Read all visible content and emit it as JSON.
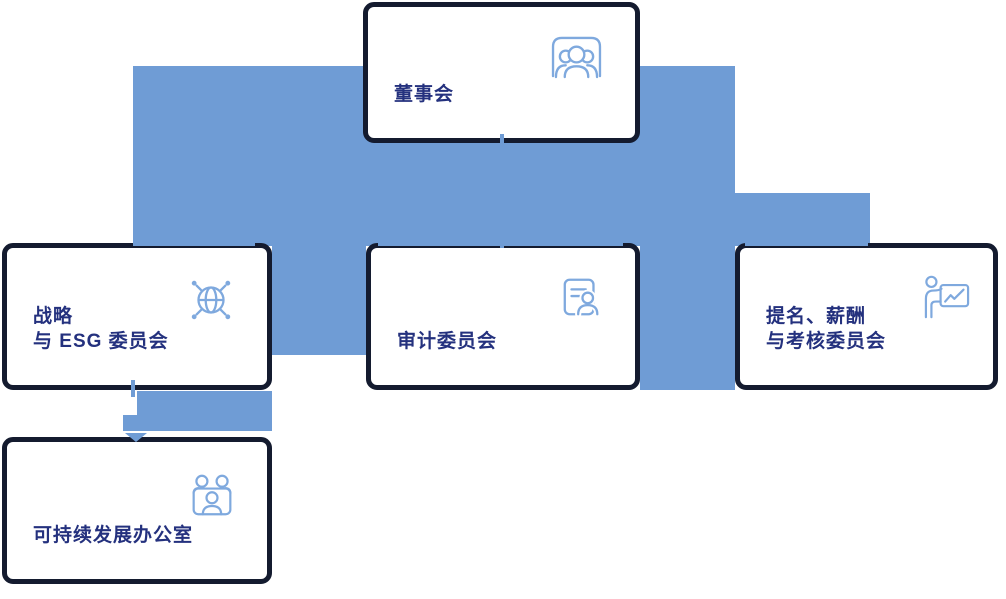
{
  "nodes": {
    "board": {
      "lines": [
        "董事会"
      ],
      "icon": "people-meeting-icon"
    },
    "strategy": {
      "lines": [
        "战略",
        "与 ESG 委员会"
      ],
      "icon": "globe-network-icon"
    },
    "audit": {
      "lines": [
        "审计委员会"
      ],
      "icon": "audit-card-icon"
    },
    "nomination": {
      "lines": [
        "提名、薪酬",
        "与考核委员会"
      ],
      "icon": "presenter-chart-icon"
    },
    "sustainability": {
      "lines": [
        "可持续发展办公室"
      ],
      "icon": "office-people-icon"
    }
  },
  "colors": {
    "connector": "#6f9cd5",
    "icon-stroke": "#7fa9de",
    "box-border": "#141b2f",
    "label-color": "#24317e"
  }
}
